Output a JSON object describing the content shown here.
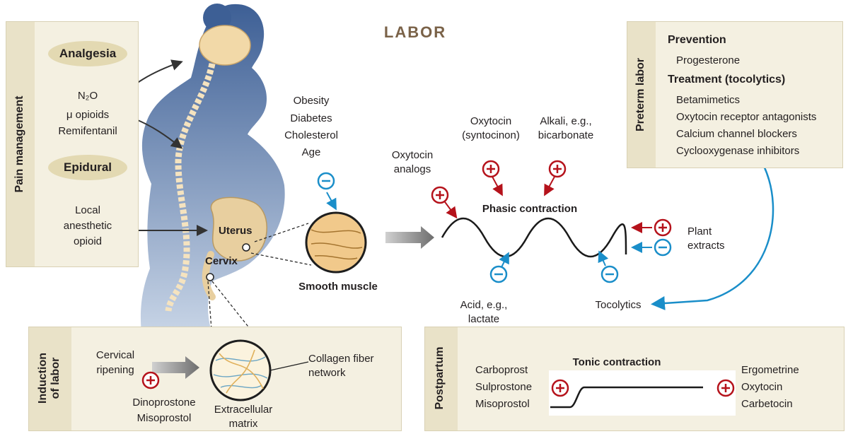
{
  "title": "LABOR",
  "pain": {
    "heading": "Pain management",
    "analgesia": "Analgesia",
    "drugs": [
      "N₂O",
      "μ opioids",
      "Remifentanil"
    ],
    "epidural": "Epidural",
    "epidural_drugs": [
      "Local",
      "anesthetic",
      "opioid"
    ]
  },
  "preterm": {
    "heading": "Preterm labor",
    "prevention": "Prevention",
    "progesterone": "Progesterone",
    "treatment": "Treatment (tocolytics)",
    "treatments": [
      "Betamimetics",
      "Oxytocin receptor antagonists",
      "Calcium channel blockers",
      "Cyclooxygenase inhibitors"
    ]
  },
  "risk_factors": [
    "Obesity",
    "Diabetes",
    "Cholesterol",
    "Age"
  ],
  "anatomy": {
    "uterus": "Uterus",
    "cervix": "Cervix",
    "smooth_muscle": "Smooth muscle"
  },
  "phasic": {
    "title": "Phasic contraction",
    "oxytocin_analogs": [
      "Oxytocin",
      "analogs"
    ],
    "oxytocin_syntocinon": [
      "Oxytocin",
      "(syntocinon)"
    ],
    "alkali": [
      "Alkali, e.g.,",
      "bicarbonate"
    ],
    "plant": [
      "Plant",
      "extracts"
    ],
    "acid": [
      "Acid, e.g.,",
      "lactate"
    ],
    "tocolytics": "Tocolytics"
  },
  "induction": {
    "heading": [
      "Induction",
      "of labor"
    ],
    "cervical": [
      "Cervical",
      "ripening"
    ],
    "drugs": [
      "Dinoprostone",
      "Misoprostol"
    ],
    "ecm": [
      "Extracellular",
      "matrix"
    ],
    "collagen": [
      "Collagen fiber",
      "network"
    ]
  },
  "postpartum": {
    "heading": "Postpartum",
    "tonic": "Tonic contraction",
    "left_drugs": [
      "Carboprost",
      "Sulprostone",
      "Misoprostol"
    ],
    "right_drugs": [
      "Ergometrine",
      "Oxytocin",
      "Carbetocin"
    ]
  },
  "colors": {
    "stimulate": "#b5121b",
    "inhibit": "#1a8ec9",
    "panel": "#f4f0e1",
    "silhouette": "#5b7aa8",
    "title": "#7a6248"
  }
}
